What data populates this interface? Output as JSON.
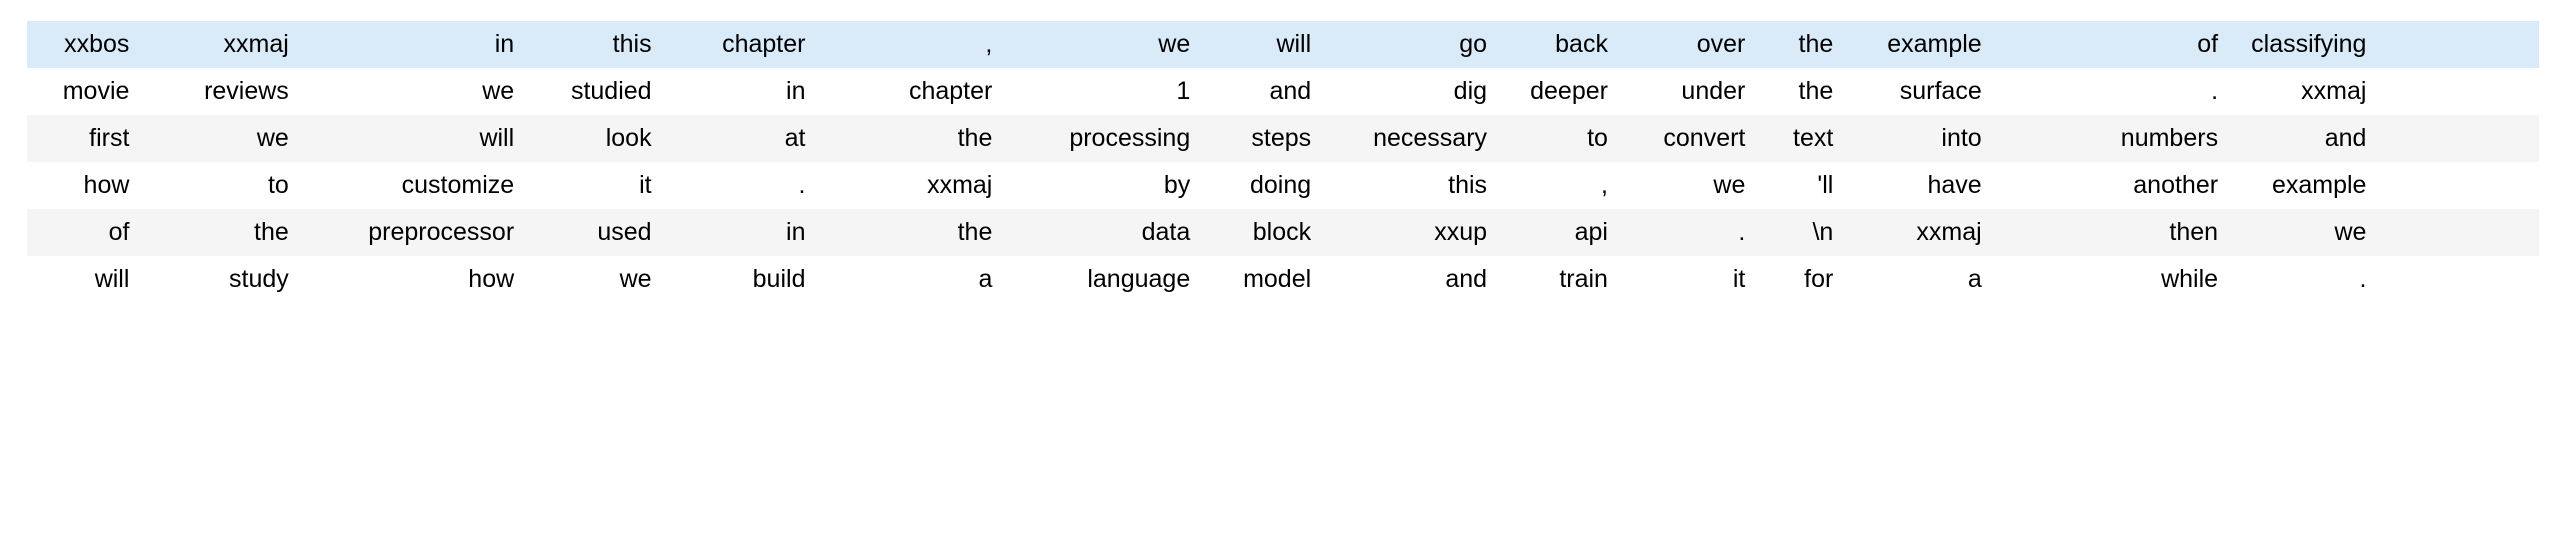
{
  "table": {
    "n_columns": 16,
    "n_rows": 6,
    "colors": {
      "highlight_row": "#d9eaf8",
      "stripe_row": "#f5f5f5",
      "plain_row": "#ffffff",
      "text": "#000000",
      "page_background": "#ffffff"
    },
    "rows": [
      {
        "style": "highlight",
        "cells": [
          "xxbos",
          "xxmaj",
          "in",
          "this",
          "chapter",
          ",",
          "we",
          "will",
          "go",
          "back",
          "over",
          "the",
          "example",
          "of",
          "classifying",
          ""
        ]
      },
      {
        "style": "plain",
        "cells": [
          "movie",
          "reviews",
          "we",
          "studied",
          "in",
          "chapter",
          "1",
          "and",
          "dig",
          "deeper",
          "under",
          "the",
          "surface",
          ".",
          "xxmaj",
          ""
        ]
      },
      {
        "style": "stripe",
        "cells": [
          "first",
          "we",
          "will",
          "look",
          "at",
          "the",
          "processing",
          "steps",
          "necessary",
          "to",
          "convert",
          "text",
          "into",
          "numbers",
          "and",
          ""
        ]
      },
      {
        "style": "plain",
        "cells": [
          "how",
          "to",
          "customize",
          "it",
          ".",
          "xxmaj",
          "by",
          "doing",
          "this",
          ",",
          "we",
          "'ll",
          "have",
          "another",
          "example",
          ""
        ]
      },
      {
        "style": "stripe",
        "cells": [
          "of",
          "the",
          "preprocessor",
          "used",
          "in",
          "the",
          "data",
          "block",
          "xxup",
          "api",
          ".",
          "\\n",
          "xxmaj",
          "then",
          "we",
          ""
        ]
      },
      {
        "style": "plain",
        "cells": [
          "will",
          "study",
          "how",
          "we",
          "build",
          "a",
          "language",
          "model",
          "and",
          "train",
          "it",
          "for",
          "a",
          "while",
          ".",
          ""
        ]
      }
    ]
  }
}
